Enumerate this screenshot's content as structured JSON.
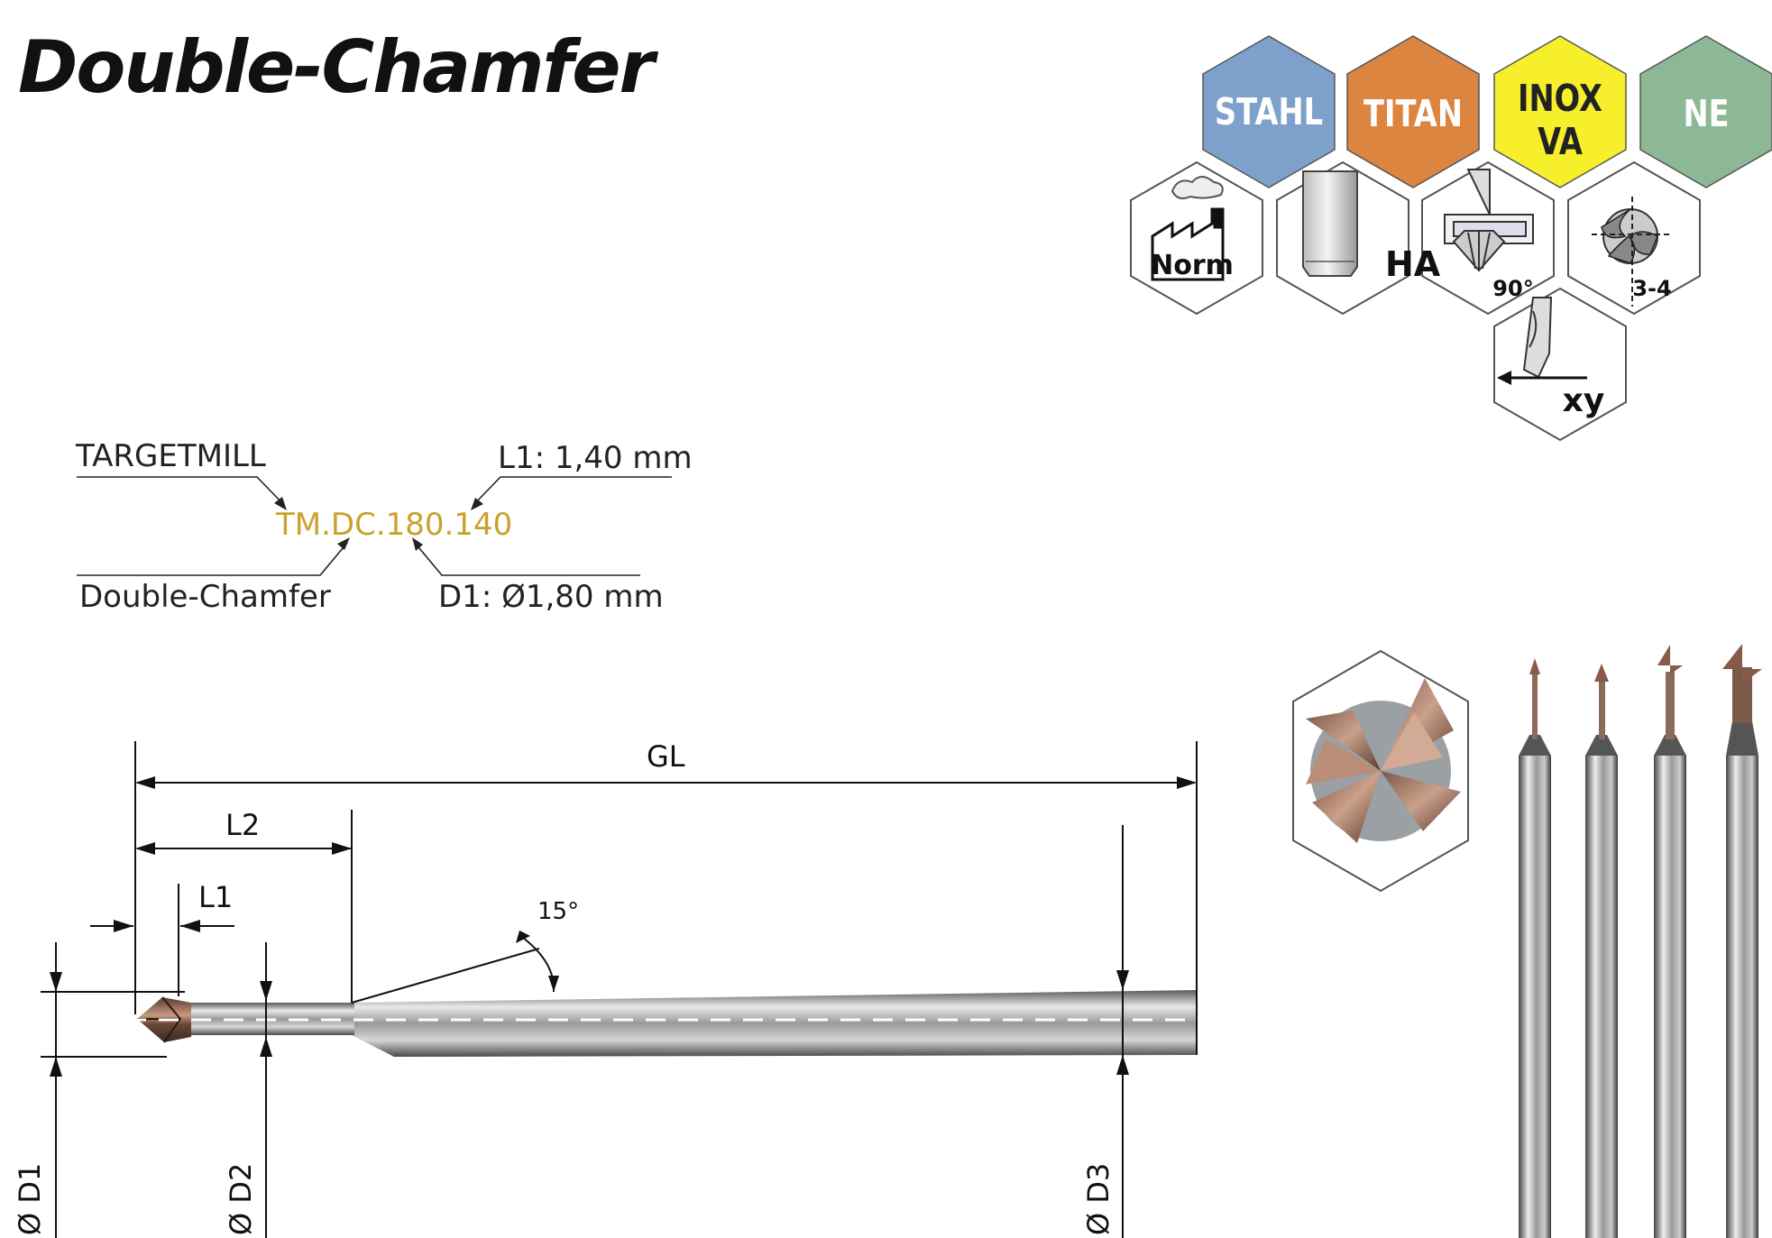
{
  "title": "Double-Chamfer",
  "materials": [
    {
      "label_line1": "STAHL",
      "label_line2": "",
      "color": "#7ea1cc"
    },
    {
      "label_line1": "TITAN",
      "label_line2": "",
      "color": "#dc8541"
    },
    {
      "label_line1": "INOX",
      "label_line2": "VA",
      "color": "#f7ee2c"
    },
    {
      "label_line1": "NE",
      "label_line2": "",
      "color": "#8db896"
    }
  ],
  "feature_icons": [
    {
      "name": "norm-icon",
      "label": "Norm"
    },
    {
      "name": "ha-shank-icon",
      "label": "HA"
    },
    {
      "name": "chamfer-90-icon",
      "label": "90°"
    },
    {
      "name": "flutes-icon",
      "label": "3-4"
    },
    {
      "name": "xy-milling-icon",
      "label": "xy"
    }
  ],
  "code": {
    "value": "TM.DC.180.140",
    "brand": "TARGETMILL",
    "type": "Double-Chamfer",
    "l1": "L1: 1,40 mm",
    "d1": "D1: Ø1,80 mm"
  },
  "dimensions": {
    "gl": "GL",
    "l2": "L2",
    "l1": "L1",
    "angle": "15°",
    "d1": "Ø D1",
    "d2": "Ø D2",
    "d3": "Ø D3"
  },
  "colors": {
    "code_accent": "#c9a22b",
    "text": "#222222",
    "icon_stroke": "#555555"
  }
}
